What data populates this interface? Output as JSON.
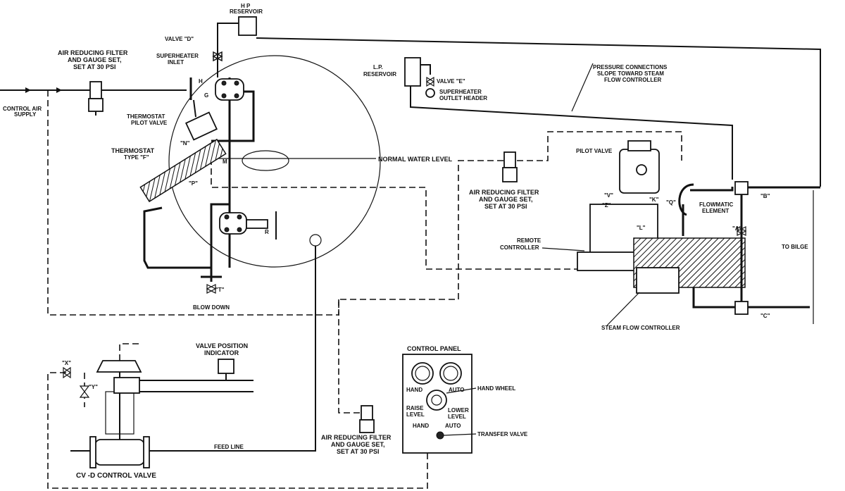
{
  "labels": {
    "hp_reservoir_1": "H P",
    "hp_reservoir_2": "RESERVOIR",
    "valve_d": "VALVE \"D\"",
    "superheater_inlet_1": "SUPERHEATER",
    "superheater_inlet_2": "INLET",
    "air_filter_top_1": "AIR REDUCING FILTER",
    "air_filter_top_2": "AND GAUGE SET,",
    "air_filter_top_3": "SET AT 30 PSI",
    "control_air_1": "CONTROL AIR",
    "control_air_2": "SUPPLY",
    "thermostat_pilot_1": "THERMOSTAT",
    "thermostat_pilot_2": "PILOT VALVE",
    "thermostat_1": "THERMOSTAT",
    "thermostat_2": "TYPE \"F\"",
    "lp_reservoir_1": "L.P.",
    "lp_reservoir_2": "RESERVOIR",
    "valve_e": "VALVE \"E\"",
    "sh_outlet_1": "SUPERHEATER",
    "sh_outlet_2": "OUTLET HEADER",
    "pressure_conn_1": "PRESSURE CONNECTIONS",
    "pressure_conn_2": "SLOPE TOWARD STEAM",
    "pressure_conn_3": "FLOW CONTROLLER",
    "normal_water": "NORMAL WATER LEVEL",
    "pilot_valve": "PILOT VALVE",
    "air_filter_mid_1": "AIR REDUCING FILTER",
    "air_filter_mid_2": "AND GAUGE SET,",
    "air_filter_mid_3": "SET AT 30 PSI",
    "flowmatic_1": "FLOWMATIC",
    "flowmatic_2": "ELEMENT",
    "remote_ctrl_1": "REMOTE",
    "remote_ctrl_2": "CONTROLLER",
    "to_bilge": "TO BILGE",
    "steam_flow": "STEAM FLOW CONTROLLER",
    "blow_down": "BLOW DOWN",
    "valve_position_1": "VALVE POSITION",
    "valve_position_2": "INDICATOR",
    "control_panel": "CONTROL PANEL",
    "hand": "HAND",
    "auto": "AUTO",
    "hand_wheel": "HAND WHEEL",
    "raise_1": "RAISE",
    "raise_2": "LEVEL",
    "lower_1": "LOWER",
    "lower_2": "LEVEL",
    "hand2": "HAND",
    "auto2": "AUTO",
    "transfer_valve": "TRANSFER VALVE",
    "air_filter_bot_1": "AIR REDUCING FILTER",
    "air_filter_bot_2": "AND GAUGE SET,",
    "air_filter_bot_3": "SET AT 30 PSI",
    "feed_line": "FEED LINE",
    "cv_d": "CV -D CONTROL VALVE",
    "x": "\"X\"",
    "y": "\"Y\"",
    "letter_h": "H",
    "letter_g": "G",
    "letter_n": "\"N\"",
    "letter_p": "\"P\"",
    "letter_m": "M",
    "letter_t": "\"T\"",
    "letter_r": "R",
    "letter_v": "\"V\"",
    "letter_z": "\"Z\"",
    "letter_k": "\"K\"",
    "letter_q": "\"Q\"",
    "letter_l": "\"L\"",
    "letter_a": "\"A\"",
    "letter_b": "\"B\"",
    "letter_c": "\"C\""
  }
}
